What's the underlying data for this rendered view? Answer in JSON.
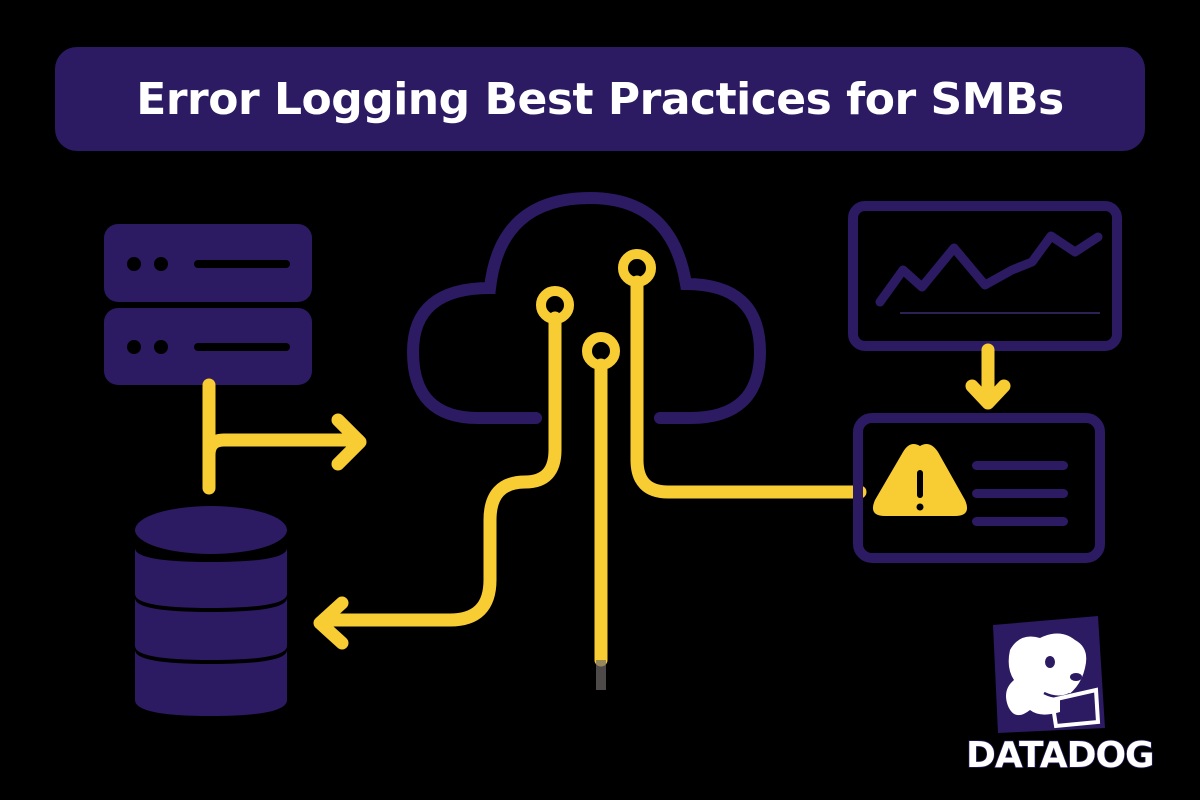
{
  "title": "Error Logging Best Practices for SMBs",
  "colors": {
    "background": "#000000",
    "primary_purple": "#2c1a63",
    "accent_yellow": "#f8cd34",
    "white": "#ffffff"
  },
  "diagram": {
    "nodes": [
      {
        "id": "server-stack",
        "icon": "server-icon",
        "description": "Two stacked server units with indicator dots and slot lines"
      },
      {
        "id": "database",
        "icon": "database-icon",
        "description": "Cylinder database with three stacked tiers"
      },
      {
        "id": "cloud",
        "icon": "cloud-icon",
        "description": "Cloud outline with three circuit-node connectors"
      },
      {
        "id": "monitoring-dashboard",
        "icon": "line-chart-icon",
        "description": "Monitor panel with a rising zig-zag line chart"
      },
      {
        "id": "alert-panel",
        "icon": "warning-icon",
        "description": "Alert card with warning triangle and three text lines"
      }
    ],
    "connections": [
      {
        "from": "server-stack",
        "to": "cloud",
        "style": "yellow arrow right"
      },
      {
        "from": "cloud",
        "to": "database",
        "style": "yellow arrow left"
      },
      {
        "from": "cloud",
        "to": "alert-panel",
        "style": "yellow line"
      },
      {
        "from": "monitoring-dashboard",
        "to": "alert-panel",
        "style": "yellow arrow down"
      }
    ]
  },
  "logo": {
    "brand": "DATADOG",
    "icon": "datadog-dog-icon"
  }
}
